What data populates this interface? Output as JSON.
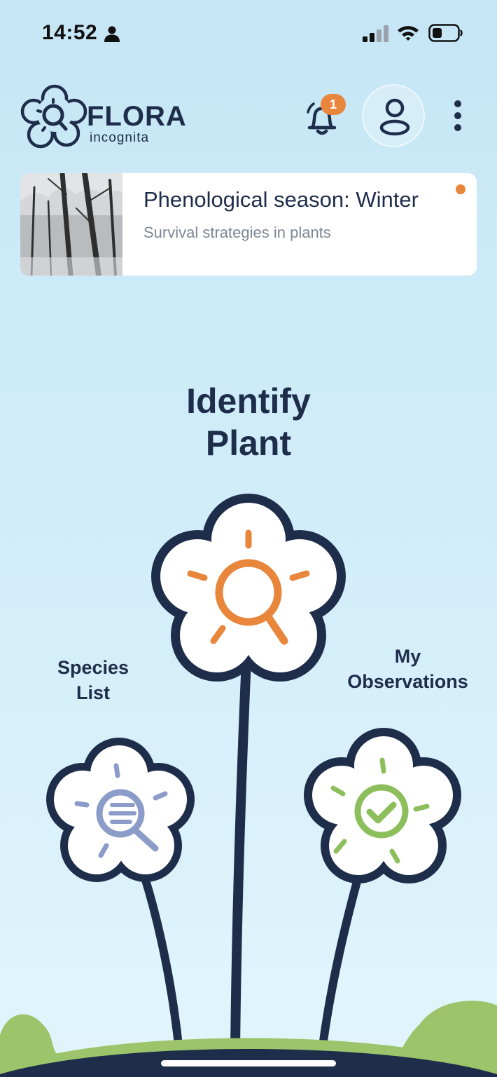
{
  "status_bar": {
    "time": "14:52",
    "icons": [
      "person-icon",
      "signal-icon",
      "wifi-icon",
      "battery-icon"
    ]
  },
  "header": {
    "logo_title": "FLORA",
    "logo_subtitle": "incognita",
    "notification_count": "1",
    "icons": [
      "bell-icon",
      "profile-icon",
      "more-vertical-icon"
    ]
  },
  "season_card": {
    "title": "Phenological season: Winter",
    "subtitle": "Survival strategies in plants"
  },
  "main": {
    "identify_line1": "Identify",
    "identify_line2": "Plant",
    "species_line1": "Species",
    "species_line2": "List",
    "observations_line1": "My",
    "observations_line2": "Observations"
  },
  "colors": {
    "navy": "#1e2d4a",
    "accent_orange": "#e8863c",
    "species_blue": "#8b9cc8",
    "observations_green": "#8cbf5c",
    "ground_green": "#9cc46a"
  }
}
